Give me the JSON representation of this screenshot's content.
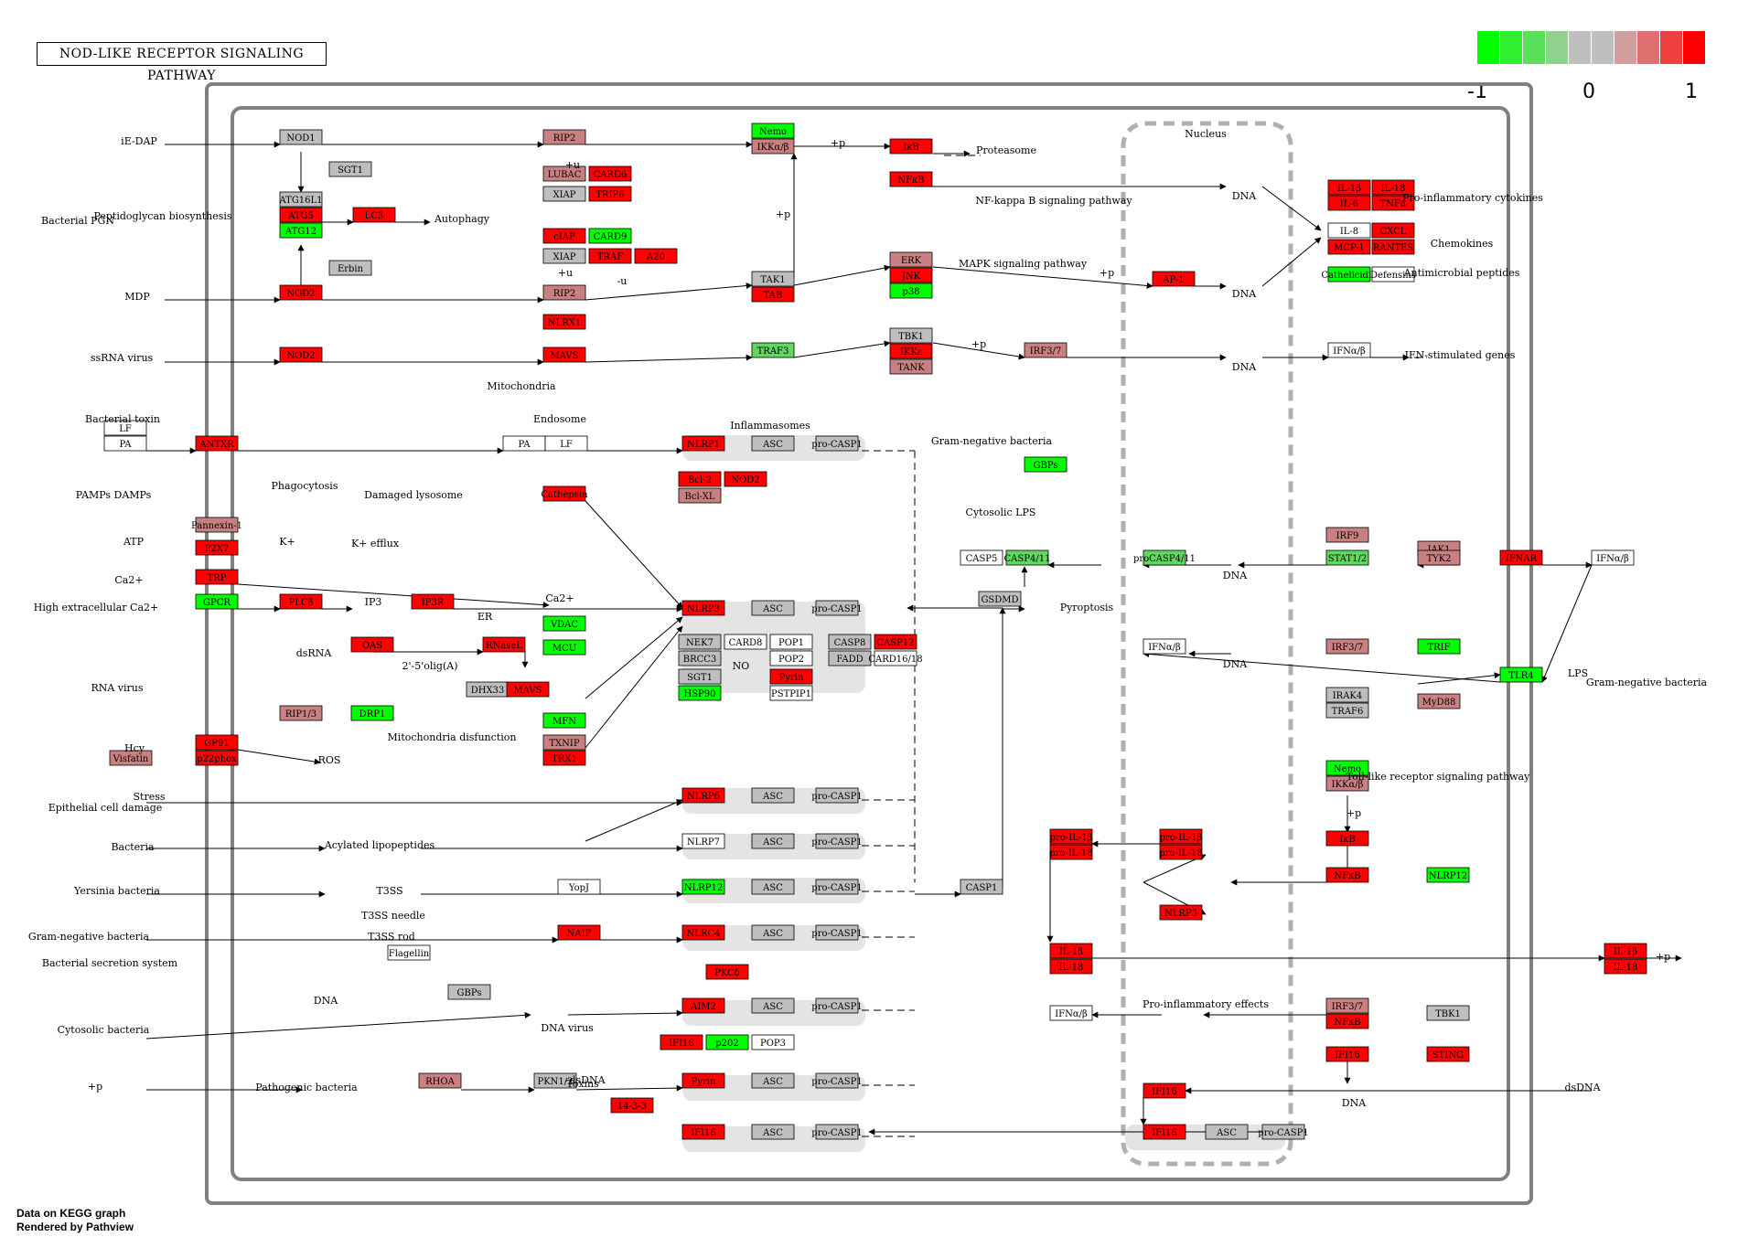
{
  "title": "NOD-LIKE RECEPTOR SIGNALING PATHWAY",
  "colors": {
    "up": "#ff0000",
    "mid": "#c98080",
    "grey": "#bebebe",
    "green": "#00ff00",
    "light_green": "#61d761",
    "white": "#ffffff"
  },
  "legend": {
    "colors": [
      "#00ff00",
      "#2ef02e",
      "#5ae15a",
      "#8ed28e",
      "#bebebe",
      "#bebebe",
      "#d19e9e",
      "#e07070",
      "#ef4040",
      "#ff0000"
    ],
    "min_label": "-1",
    "mid_label": "0",
    "max_label": "1"
  },
  "footer": {
    "line1": "Data on KEGG graph",
    "line2": "Rendered by Pathview"
  },
  "nodes": [
    [
      "NOD1",
      "grey"
    ],
    [
      "SGT1",
      "grey"
    ],
    [
      "ATG16L1",
      "grey"
    ],
    [
      "ATG5",
      "up"
    ],
    [
      "ATG12",
      "green"
    ],
    [
      "LC3",
      "up"
    ],
    [
      "Erbin",
      "grey"
    ],
    [
      "NOD2",
      "up"
    ],
    [
      "RIP2",
      "mid"
    ],
    [
      "LUBAC",
      "mid"
    ],
    [
      "CARD6",
      "up"
    ],
    [
      "XIAP",
      "grey"
    ],
    [
      "TRIP6",
      "up"
    ],
    [
      "cIAP",
      "up"
    ],
    [
      "CARD9",
      "green"
    ],
    [
      "XIAP",
      "grey"
    ],
    [
      "TRAF",
      "up"
    ],
    [
      "A20",
      "up"
    ],
    [
      "RIP2",
      "mid"
    ],
    [
      "Nemo",
      "green"
    ],
    [
      "IKKα/β",
      "mid"
    ],
    [
      "IκB",
      "up"
    ],
    [
      "NFκB",
      "up"
    ],
    [
      "TAK1",
      "grey"
    ],
    [
      "TAB",
      "up"
    ],
    [
      "ERK",
      "mid"
    ],
    [
      "JNK",
      "up"
    ],
    [
      "p38",
      "green"
    ],
    [
      "AP-1",
      "up"
    ],
    [
      "NLRX1",
      "up"
    ],
    [
      "NOD2",
      "up"
    ],
    [
      "MAVS",
      "up"
    ],
    [
      "TRAF3",
      "light_green"
    ],
    [
      "TBK1",
      "grey"
    ],
    [
      "IKKε",
      "up"
    ],
    [
      "TANK",
      "mid"
    ],
    [
      "IRF3/7",
      "mid"
    ],
    [
      "IFNα/β",
      "white"
    ],
    [
      "IL-1β",
      "up"
    ],
    [
      "IL-18",
      "up"
    ],
    [
      "IL-6",
      "up"
    ],
    [
      "TNFα",
      "up"
    ],
    [
      "IL-8",
      "white"
    ],
    [
      "CXCL",
      "up"
    ],
    [
      "MCP-1",
      "up"
    ],
    [
      "RANTES",
      "up"
    ],
    [
      "Cathelicidin",
      "green"
    ],
    [
      "Defensins",
      "white"
    ],
    [
      "LF",
      "white"
    ],
    [
      "PA",
      "white"
    ],
    [
      "ANTXR",
      "up"
    ],
    [
      "PA",
      "white"
    ],
    [
      "LF",
      "white"
    ],
    [
      "NLRP1",
      "up"
    ],
    [
      "ASC",
      "grey"
    ],
    [
      "pro-CASP1",
      "grey"
    ],
    [
      "Bcl-2",
      "up"
    ],
    [
      "NOD2",
      "up"
    ],
    [
      "Bcl-XL",
      "mid"
    ],
    [
      "Pannexin-1",
      "mid"
    ],
    [
      "P2X7",
      "up"
    ],
    [
      "Cathepsin",
      "up"
    ],
    [
      "TRP",
      "up"
    ],
    [
      "GPCR",
      "green"
    ],
    [
      "PLCβ",
      "up"
    ],
    [
      "IP3R",
      "up"
    ],
    [
      "NLRP3",
      "up"
    ],
    [
      "ASC",
      "grey"
    ],
    [
      "pro-CASP1",
      "grey"
    ],
    [
      "NEK7",
      "grey"
    ],
    [
      "CARD8",
      "white"
    ],
    [
      "POP1",
      "white"
    ],
    [
      "CASP8",
      "grey"
    ],
    [
      "CASP12",
      "up"
    ],
    [
      "BRCC3",
      "grey"
    ],
    [
      "POP2",
      "white"
    ],
    [
      "FADD",
      "grey"
    ],
    [
      "CARD16/18",
      "white"
    ],
    [
      "SGT1",
      "grey"
    ],
    [
      "Pyrin",
      "up"
    ],
    [
      "HSP90",
      "green"
    ],
    [
      "PSTPIP1",
      "white"
    ],
    [
      "VDAC",
      "green"
    ],
    [
      "MCU",
      "green"
    ],
    [
      "MFN",
      "green"
    ],
    [
      "OAS",
      "up"
    ],
    [
      "RNaseL",
      "up"
    ],
    [
      "DHX33",
      "grey"
    ],
    [
      "MAVS",
      "up"
    ],
    [
      "RIP1/3",
      "mid"
    ],
    [
      "DRP1",
      "green"
    ],
    [
      "GP91",
      "up"
    ],
    [
      "p22phox",
      "up"
    ],
    [
      "Visfatin",
      "mid"
    ],
    [
      "TXNIP",
      "mid"
    ],
    [
      "TRX1",
      "up"
    ],
    [
      "GBPs",
      "green"
    ],
    [
      "CASP5",
      "white"
    ],
    [
      "CASP4/11",
      "light_green"
    ],
    [
      "GSDMD",
      "grey"
    ],
    [
      "proCASP4/11",
      "light_green"
    ],
    [
      "IRF9",
      "mid"
    ],
    [
      "STAT1/2",
      "light_green"
    ],
    [
      "JAK1",
      "mid"
    ],
    [
      "TYK2",
      "mid"
    ],
    [
      "IFNAR",
      "up"
    ],
    [
      "IFNα/β",
      "white"
    ],
    [
      "IFNα/β",
      "white"
    ],
    [
      "IRF3/7",
      "mid"
    ],
    [
      "TRIF",
      "green"
    ],
    [
      "TLR4",
      "green"
    ],
    [
      "IRAK4",
      "grey"
    ],
    [
      "TRAF6",
      "grey"
    ],
    [
      "MyD88",
      "mid"
    ],
    [
      "Nemo",
      "green"
    ],
    [
      "IKKα/β",
      "mid"
    ],
    [
      "IκB",
      "up"
    ],
    [
      "NFκB",
      "up"
    ],
    [
      "NLRP12",
      "green"
    ],
    [
      "NLRP6",
      "up"
    ],
    [
      "ASC",
      "grey"
    ],
    [
      "pro-CASP1",
      "grey"
    ],
    [
      "NLRP7",
      "white"
    ],
    [
      "ASC",
      "grey"
    ],
    [
      "pro-CASP1",
      "grey"
    ],
    [
      "YopJ",
      "white"
    ],
    [
      "NLRP12",
      "green"
    ],
    [
      "ASC",
      "grey"
    ],
    [
      "pro-CASP1",
      "grey"
    ],
    [
      "CASP1",
      "grey"
    ],
    [
      "NAIP",
      "up"
    ],
    [
      "NLRC4",
      "up"
    ],
    [
      "ASC",
      "grey"
    ],
    [
      "pro-CASP1",
      "grey"
    ],
    [
      "PKCδ",
      "up"
    ],
    [
      "Flagellin",
      "white"
    ],
    [
      "GBPs",
      "grey"
    ],
    [
      "AIM2",
      "up"
    ],
    [
      "ASC",
      "grey"
    ],
    [
      "pro-CASP1",
      "grey"
    ],
    [
      "IFI16",
      "up"
    ],
    [
      "p202",
      "green"
    ],
    [
      "POP3",
      "white"
    ],
    [
      "RHOA",
      "mid"
    ],
    [
      "PKN1/2",
      "grey"
    ],
    [
      "14-3-3",
      "up"
    ],
    [
      "Pyrin",
      "up"
    ],
    [
      "ASC",
      "grey"
    ],
    [
      "pro-CASP1",
      "grey"
    ],
    [
      "IFI16",
      "up"
    ],
    [
      "ASC",
      "grey"
    ],
    [
      "pro-CASP1",
      "grey"
    ],
    [
      "pro-IL-1β",
      "up"
    ],
    [
      "pro-IL-18",
      "up"
    ],
    [
      "pro-IL-1β",
      "up"
    ],
    [
      "pro-IL-18",
      "up"
    ],
    [
      "NLRP3",
      "up"
    ],
    [
      "IL-1β",
      "up"
    ],
    [
      "IL-18",
      "up"
    ],
    [
      "IL-1β",
      "up"
    ],
    [
      "IL-18",
      "up"
    ],
    [
      "IFNα/β",
      "white"
    ],
    [
      "IRF3/7",
      "mid"
    ],
    [
      "TBK1",
      "grey"
    ],
    [
      "NFκB",
      "up"
    ],
    [
      "IFI16",
      "up"
    ],
    [
      "STING",
      "up"
    ],
    [
      "IFI16",
      "up"
    ],
    [
      "IFI16",
      "up"
    ],
    [
      "ASC",
      "grey"
    ],
    [
      "pro-CASP1",
      "grey"
    ]
  ],
  "labels": [
    "iE-DAP",
    "Bacterial PGN",
    "MDP",
    "Peptidoglycan biosynthesis",
    "Autophagy",
    "+u",
    "-u",
    "+u",
    "+p",
    "+p",
    "Proteasome",
    "NF-kappa B signaling pathway",
    "MAPK signaling pathway",
    "+p",
    "+p",
    "DNA",
    "DNA",
    "DNA",
    "Nucleus",
    "Pro-inflammatory cytokines",
    "Chemokines",
    "Antimicrobial peptides",
    "IFN-stimulated genes",
    "ssRNA virus",
    "Mitochondria",
    "Bacterial toxin",
    "Endosome",
    "Inflammasomes",
    "PAMPs DAMPs",
    "Phagocytosis",
    "Damaged lysosome",
    "ATP",
    "K+",
    "K+ efflux",
    "Ca2+",
    "High extracellular Ca2+",
    "IP3",
    "ER",
    "Ca2+",
    "dsRNA",
    "2'-5'olig(A)",
    "NO",
    "RNA virus",
    "Mitochondria disfunction",
    "Hcy",
    "ROS",
    "Gram-negative bacteria",
    "Cytosolic LPS",
    "Pyroptosis",
    "DNA",
    "DNA",
    "LPS",
    "Gram-negative bacteria",
    "Toll-like receptor signaling pathway",
    "+p",
    "Stress",
    "Epithelial cell damage",
    "Bacteria",
    "Acylated lipopeptides",
    "Yersinia bacteria",
    "T3SS",
    "Gram-negative bacteria",
    "T3SS needle",
    "T3SS rod",
    "Bacterial secretion system",
    "DNA",
    "Cytosolic bacteria",
    "DNA virus",
    "dsDNA",
    "+p",
    "Pathogenic bacteria",
    "Toxins",
    "+p",
    "Pro-inflammatory effects",
    "DNA",
    "dsDNA",
    "DNA virus"
  ]
}
